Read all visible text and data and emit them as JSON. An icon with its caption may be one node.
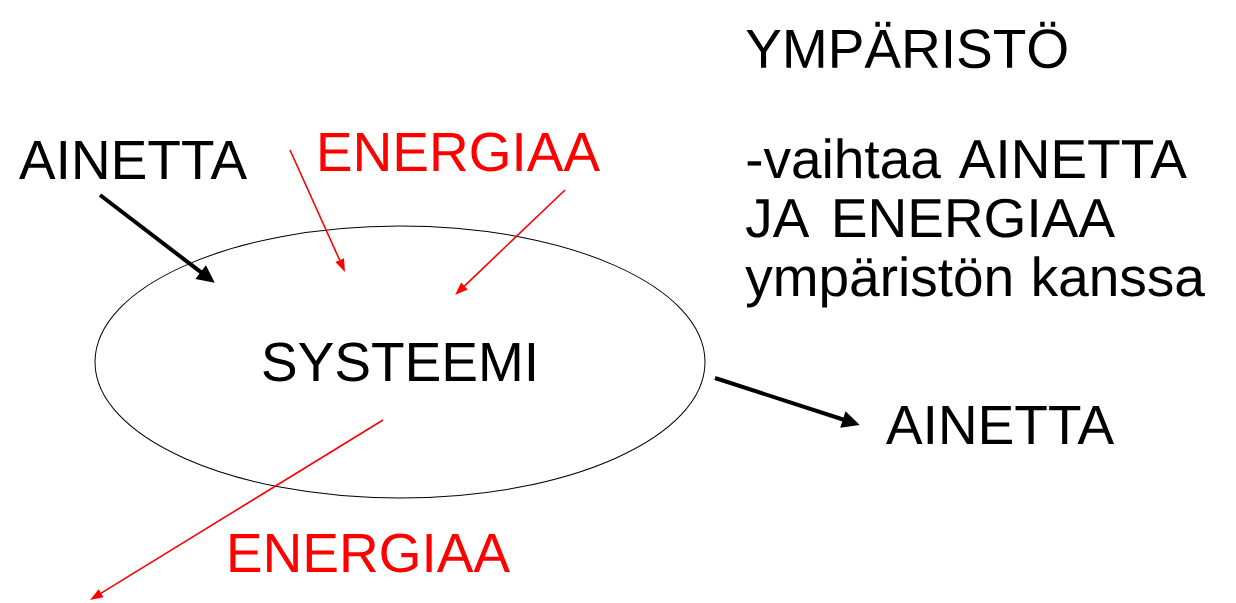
{
  "diagram": {
    "nodes": [
      {
        "text": [
          "SYSTEEMI"
        ]
      },
      {
        "text": [
          "AINETTA"
        ]
      },
      {
        "text": [
          "ENERGIAA"
        ]
      },
      {
        "text": [
          "AINETTA"
        ]
      }
    ],
    "edges": [
      {
        "from": 1,
        "to": 0,
        "arrow": "to",
        "style": "thick",
        "color": "#000000"
      },
      {
        "from": 2,
        "to": 0,
        "arrow": "to",
        "color": "#ff0000"
      },
      {
        "from": 2,
        "to": 0,
        "arrow": "to",
        "color": "#ff0000"
      },
      {
        "from": 0,
        "to": 3,
        "arrow": "to",
        "style": "thick",
        "color": "#000000"
      },
      {
        "from": 0,
        "to": null,
        "arrow": "to",
        "label": "ENERGIAA",
        "color": "#ff0000"
      }
    ],
    "labels": [
      "YMPÄRISTÖ",
      "-vaihtaa AINETTA JA ENERGIAA ympäristön kanssa"
    ]
  }
}
